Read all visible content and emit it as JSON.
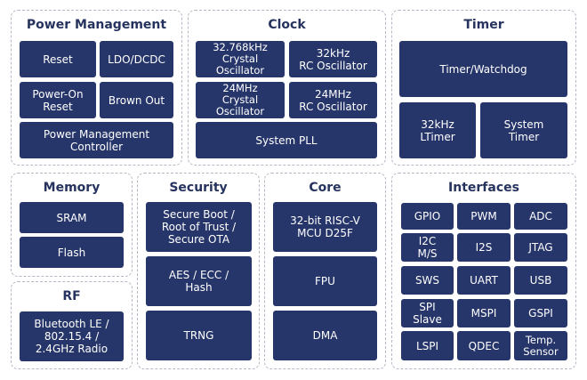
{
  "panels": {
    "power": {
      "title": "Power Management",
      "reset": "Reset",
      "ldo": "LDO/DCDC",
      "poweron": "Power-On\nReset",
      "brownout": "Brown Out",
      "controller": "Power Management\nController"
    },
    "clock": {
      "title": "Clock",
      "crystal32k": "32.768kHz\nCrystal\nOscillator",
      "rc32k": "32kHz\nRC Oscillator",
      "crystal24m": "24MHz\nCrystal\nOscillator",
      "rc24m": "24MHz\nRC Oscillator",
      "pll": "System PLL"
    },
    "timer": {
      "title": "Timer",
      "watchdog": "Timer/Watchdog",
      "ltimer": "32kHz\nLTimer",
      "systimer": "System\nTimer"
    },
    "memory": {
      "title": "Memory",
      "sram": "SRAM",
      "flash": "Flash"
    },
    "rf": {
      "title": "RF",
      "radio": "Bluetooth LE /\n802.15.4 /\n2.4GHz Radio"
    },
    "security": {
      "title": "Security",
      "secureboot": "Secure Boot /\nRoot of Trust /\nSecure OTA",
      "aes": "AES / ECC /\nHash",
      "trng": "TRNG"
    },
    "core": {
      "title": "Core",
      "cpu": "32-bit RISC-V\nMCU D25F",
      "fpu": "FPU",
      "dma": "DMA"
    },
    "interfaces": {
      "title": "Interfaces",
      "items": [
        "GPIO",
        "PWM",
        "ADC",
        "I2C\nM/S",
        "I2S",
        "JTAG",
        "SWS",
        "UART",
        "USB",
        "SPI\nSlave",
        "MSPI",
        "GSPI",
        "LSPI",
        "QDEC",
        "Temp.\nSensor"
      ]
    }
  },
  "colors": {
    "block": "#27366a",
    "title": "#26335e",
    "border": "#b4b8c4"
  }
}
